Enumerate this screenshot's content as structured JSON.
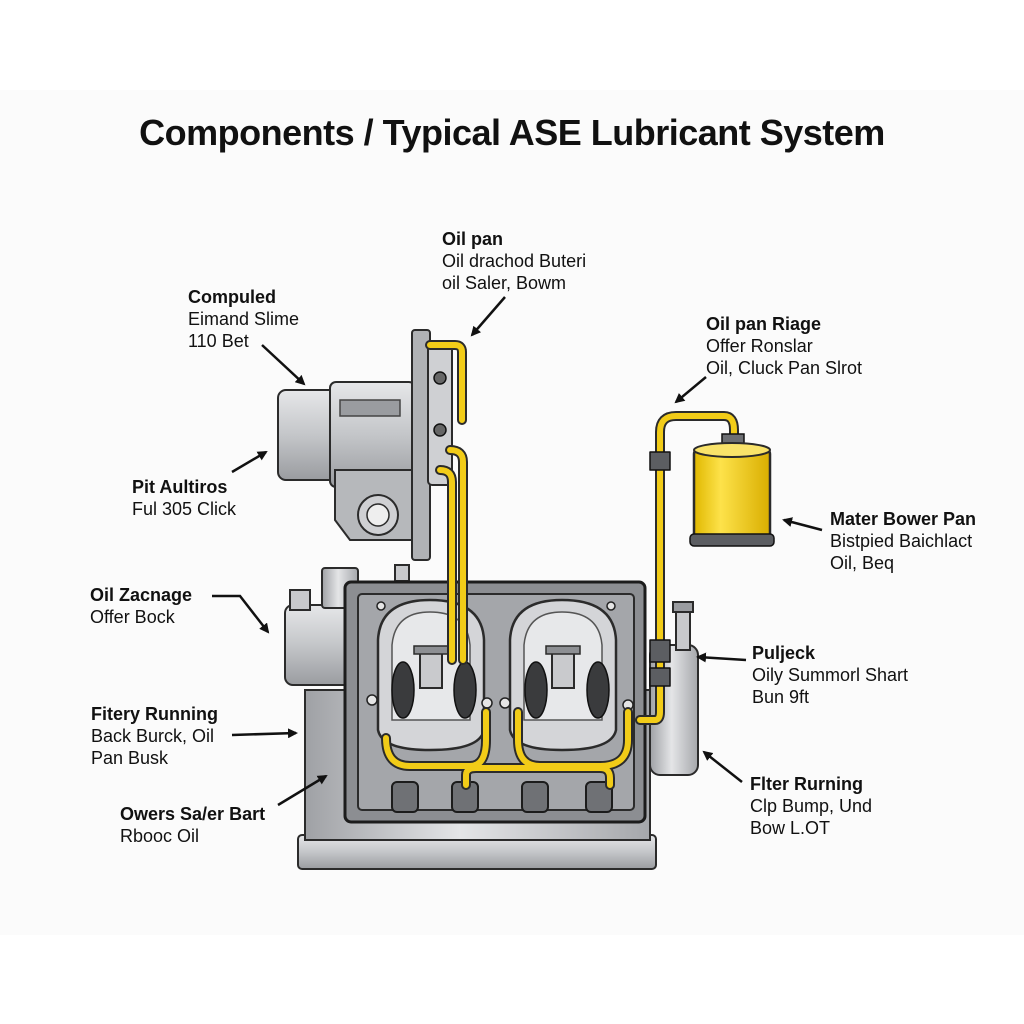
{
  "title": "Components / Typical ASE  Lubricant System",
  "colors": {
    "oil_line": "#f2cc18",
    "oil_line_dark": "#c9a400",
    "metal_light": "#d9dadc",
    "metal_mid": "#b2b4b7",
    "metal_dark": "#7a7c80",
    "outline": "#2b2b2b",
    "filter_yellow": "#f7d51d"
  },
  "labels": {
    "oil_pan_top": {
      "heading": "Oil pan",
      "lines": [
        "Oil drachod Buteri",
        "oil Saler, Bowm"
      ]
    },
    "compuled": {
      "heading": "Compuled",
      "lines": [
        "Eimand Slime",
        "110 Bet"
      ]
    },
    "oil_pan_riage": {
      "heading": "Oil pan Riage",
      "lines": [
        "Offer Ronslar",
        "Oil, Cluck Pan Slrot"
      ]
    },
    "pit_aultiros": {
      "heading": "Pit Aultiros",
      "lines": [
        "Ful 305 Click"
      ]
    },
    "mater_bower_pan": {
      "heading": "Mater Bower Pan",
      "lines": [
        "Bistpied Baichlact",
        "Oil, Beq"
      ]
    },
    "oil_zacnage": {
      "heading": "Oil Zacnage",
      "lines": [
        "Offer Bock"
      ]
    },
    "puljeck": {
      "heading": "Puljeck",
      "lines": [
        "Oily Summorl Shart",
        "Bun 9ft"
      ]
    },
    "fitery_running": {
      "heading": "Fitery Running",
      "lines": [
        "Back Burck, Oil",
        "Pan Busk"
      ]
    },
    "flter_rurning": {
      "heading": "Flter Rurning",
      "lines": [
        "Clp Bump, Und",
        "Bow L.OT"
      ]
    },
    "owers_saler_bart": {
      "heading": "Owers Sa/er Bart",
      "lines": [
        "Rbooc Oil"
      ]
    }
  }
}
